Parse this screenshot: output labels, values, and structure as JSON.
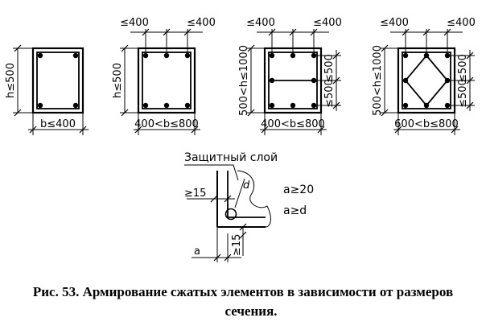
{
  "figure": {
    "caption_line1": "Рис. 53. Армирование сжатых элементов в зависимости от размеров",
    "caption_line2": "сечения."
  },
  "section1": {
    "height_label": "h≤500",
    "width_label": "b≤400"
  },
  "section2": {
    "height_label": "h≤500",
    "width_label": "400<b≤800",
    "spacing_left": "≤400",
    "spacing_right": "≤400"
  },
  "section3": {
    "height_label": "500<h≤1000",
    "width_label": "400<b≤800",
    "spacing_left": "≤400",
    "spacing_right": "≤400",
    "vertical_spacing_top": "≤500",
    "vertical_spacing_bottom": "≤500"
  },
  "section4": {
    "height_label": "500<h≤1000",
    "width_label": "600<b≤800",
    "spacing_left": "≤400",
    "spacing_right": "≤400",
    "vertical_spacing_top": "≤500",
    "vertical_spacing_bottom": "≤500"
  },
  "cover_detail": {
    "title": "Защитный слой",
    "left_dim": "≥15",
    "bottom_dim": "≥15",
    "a_label": "a",
    "d_label": "d",
    "rule1": "a≥20",
    "rule2": "a≥d"
  }
}
